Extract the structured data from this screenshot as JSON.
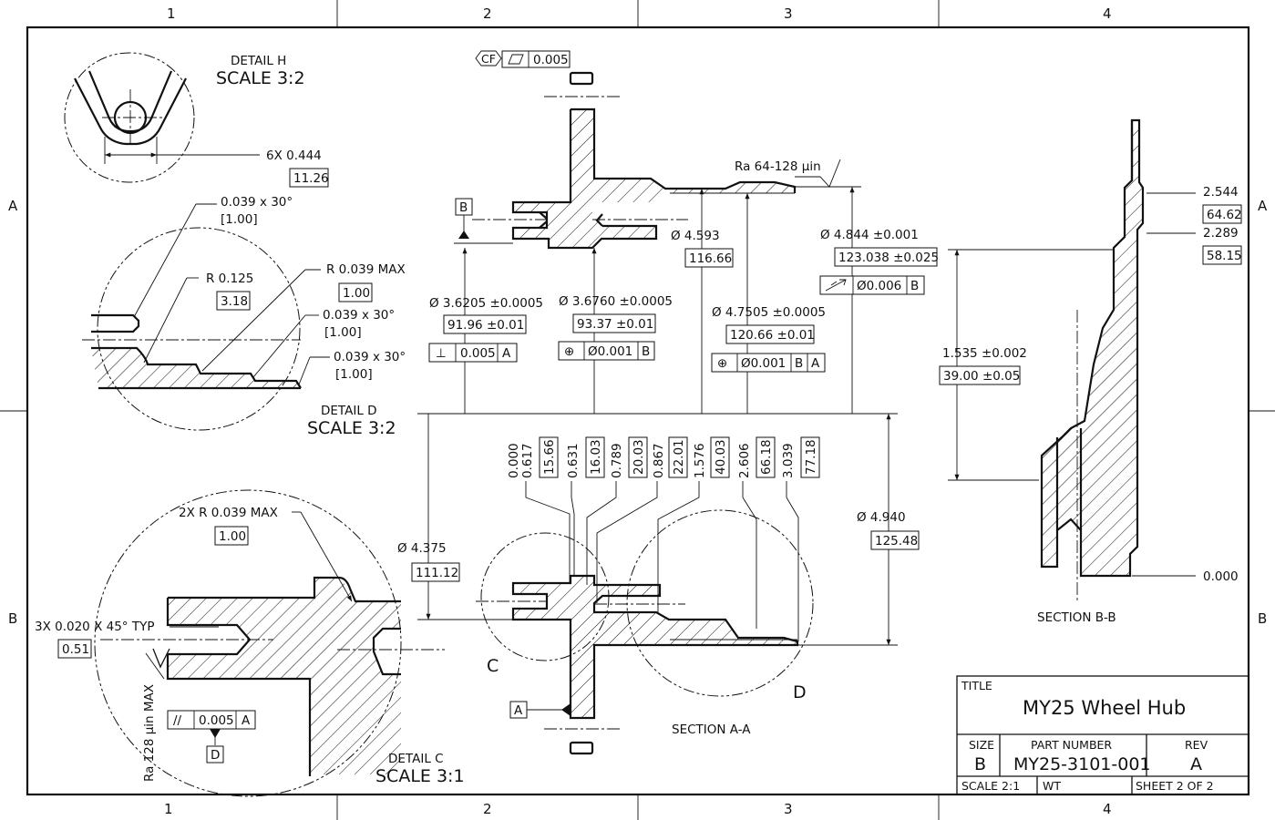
{
  "zones": {
    "columns": [
      "1",
      "2",
      "3",
      "4"
    ],
    "rows": [
      "A",
      "B"
    ]
  },
  "title_block": {
    "title_label": "TITLE",
    "title": "MY25 Wheel Hub",
    "size_label": "SIZE",
    "size": "B",
    "part_number_label": "PART NUMBER",
    "part_number": "MY25-3101-001",
    "rev_label": "REV",
    "rev": "A",
    "scale": "SCALE 2:1",
    "weight": "WT",
    "sheet": "SHEET 2 OF 2"
  },
  "detail_h": {
    "label": "DETAIL H",
    "scale": "SCALE 3:2",
    "dim": "6X  0.444",
    "dim_mm": "11.26"
  },
  "detail_d": {
    "label": "DETAIL D",
    "scale": "SCALE 3:2",
    "chamfer1": "0.039 x 30°",
    "chamfer1_mm": "[1.00]",
    "radius": "R 0.125",
    "radius_mm": "3.18",
    "rmax": "R 0.039    MAX",
    "rmax_mm": "1.00",
    "chamfer2": "0.039 x 30°",
    "chamfer2_mm": "[1.00]",
    "chamfer3": "0.039 x 30°",
    "chamfer3_mm": "[1.00]"
  },
  "detail_c": {
    "label": "DETAIL C",
    "scale": "SCALE 3:1",
    "rmax": "2X   R 0.039    MAX",
    "rmax_mm": "1.00",
    "chamfer": "3X  0.020  X  45°   TYP",
    "chamfer_mm": "0.51",
    "roughness": "Ra 128 µin MAX",
    "parallel_tol": "0.005",
    "parallel_datum": "A",
    "datum_d": "D"
  },
  "section_aa": {
    "label": "SECTION A-A",
    "callout_c": "C",
    "callout_d": "D",
    "flatness_tol": "0.005",
    "cf": "CF",
    "roughness": "Ra 64-128 µin",
    "datum_b": "B",
    "datum_a": "A",
    "d36205": "Ø 3.6205  ±0.0005",
    "d36205_mm": "91.96  ±0.01",
    "perp_tol": "0.005",
    "perp_datum": "A",
    "d36760": "Ø 3.6760  ±0.0005",
    "d36760_mm": "93.37  ±0.01",
    "pos1_tol": "Ø0.001",
    "pos1_datum": "B",
    "d4593": "Ø 4.593",
    "d4593_mm": "116.66",
    "d47505": "Ø 4.7505  ±0.0005",
    "d47505_mm": "120.66  ±0.01",
    "pos2_tol": "Ø0.001",
    "pos2_datum1": "B",
    "pos2_datum2": "A",
    "d4844": "Ø 4.844  ±0.001",
    "d4844_mm": "123.038  ±0.025",
    "runout_tol": "Ø0.006",
    "runout_datum": "B",
    "d4375": "Ø 4.375",
    "d4375_mm": "111.12",
    "d4940": "Ø 4.940",
    "d4940_mm": "125.48",
    "ordinates": [
      {
        "in": "0.000"
      },
      {
        "in": "0.617",
        "mm": "15.66"
      },
      {
        "in": "0.631",
        "mm": "16.03"
      },
      {
        "in": "0.789",
        "mm": "20.03"
      },
      {
        "in": "0.867",
        "mm": "22.01"
      },
      {
        "in": "1.576",
        "mm": "40.03"
      },
      {
        "in": "2.606",
        "mm": "66.18"
      },
      {
        "in": "3.039",
        "mm": "77.18"
      }
    ]
  },
  "section_bb": {
    "label": "SECTION B-B",
    "h2544": "2.544",
    "h2544_mm": "64.62",
    "h2289": "2.289",
    "h2289_mm": "58.15",
    "h0000": "0.000",
    "d1535": "1.535  ±0.002",
    "d1535_mm": "39.00  ±0.05"
  }
}
